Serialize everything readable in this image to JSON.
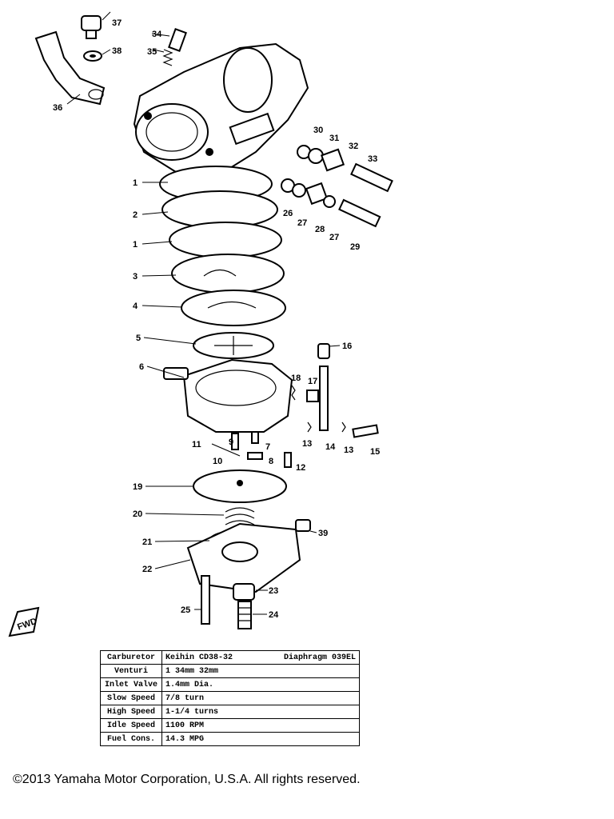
{
  "diagram": {
    "fwd_mark": "FWD",
    "callouts": [
      "1",
      "2",
      "1",
      "3",
      "4",
      "5",
      "6",
      "7",
      "8",
      "9",
      "10",
      "11",
      "12",
      "13",
      "13",
      "14",
      "15",
      "16",
      "17",
      "18",
      "19",
      "20",
      "21",
      "22",
      "23",
      "24",
      "25",
      "26",
      "27",
      "27",
      "28",
      "29",
      "30",
      "31",
      "32",
      "33",
      "34",
      "35",
      "36",
      "37",
      "38",
      "39"
    ]
  },
  "spec_table": {
    "rows": [
      {
        "label": "Carburetor",
        "value": "Keihin  CD38-32",
        "extra": "Diaphragm 039EL"
      },
      {
        "label": "Venturi",
        "value": "1  34mm 32mm",
        "extra": ""
      },
      {
        "label": "Inlet Valve",
        "value": "1.4mm  Dia.",
        "extra": ""
      },
      {
        "label": "Slow Speed",
        "value": "7/8  turn",
        "extra": ""
      },
      {
        "label": "High Speed",
        "value": "1-1/4 turns",
        "extra": ""
      },
      {
        "label": "Idle Speed",
        "value": "1100  RPM",
        "extra": ""
      },
      {
        "label": "Fuel Cons.",
        "value": "14.3 MPG",
        "extra": ""
      }
    ]
  },
  "footer": {
    "copyright": "©2013 Yamaha Motor Corporation, U.S.A. All rights reserved."
  }
}
